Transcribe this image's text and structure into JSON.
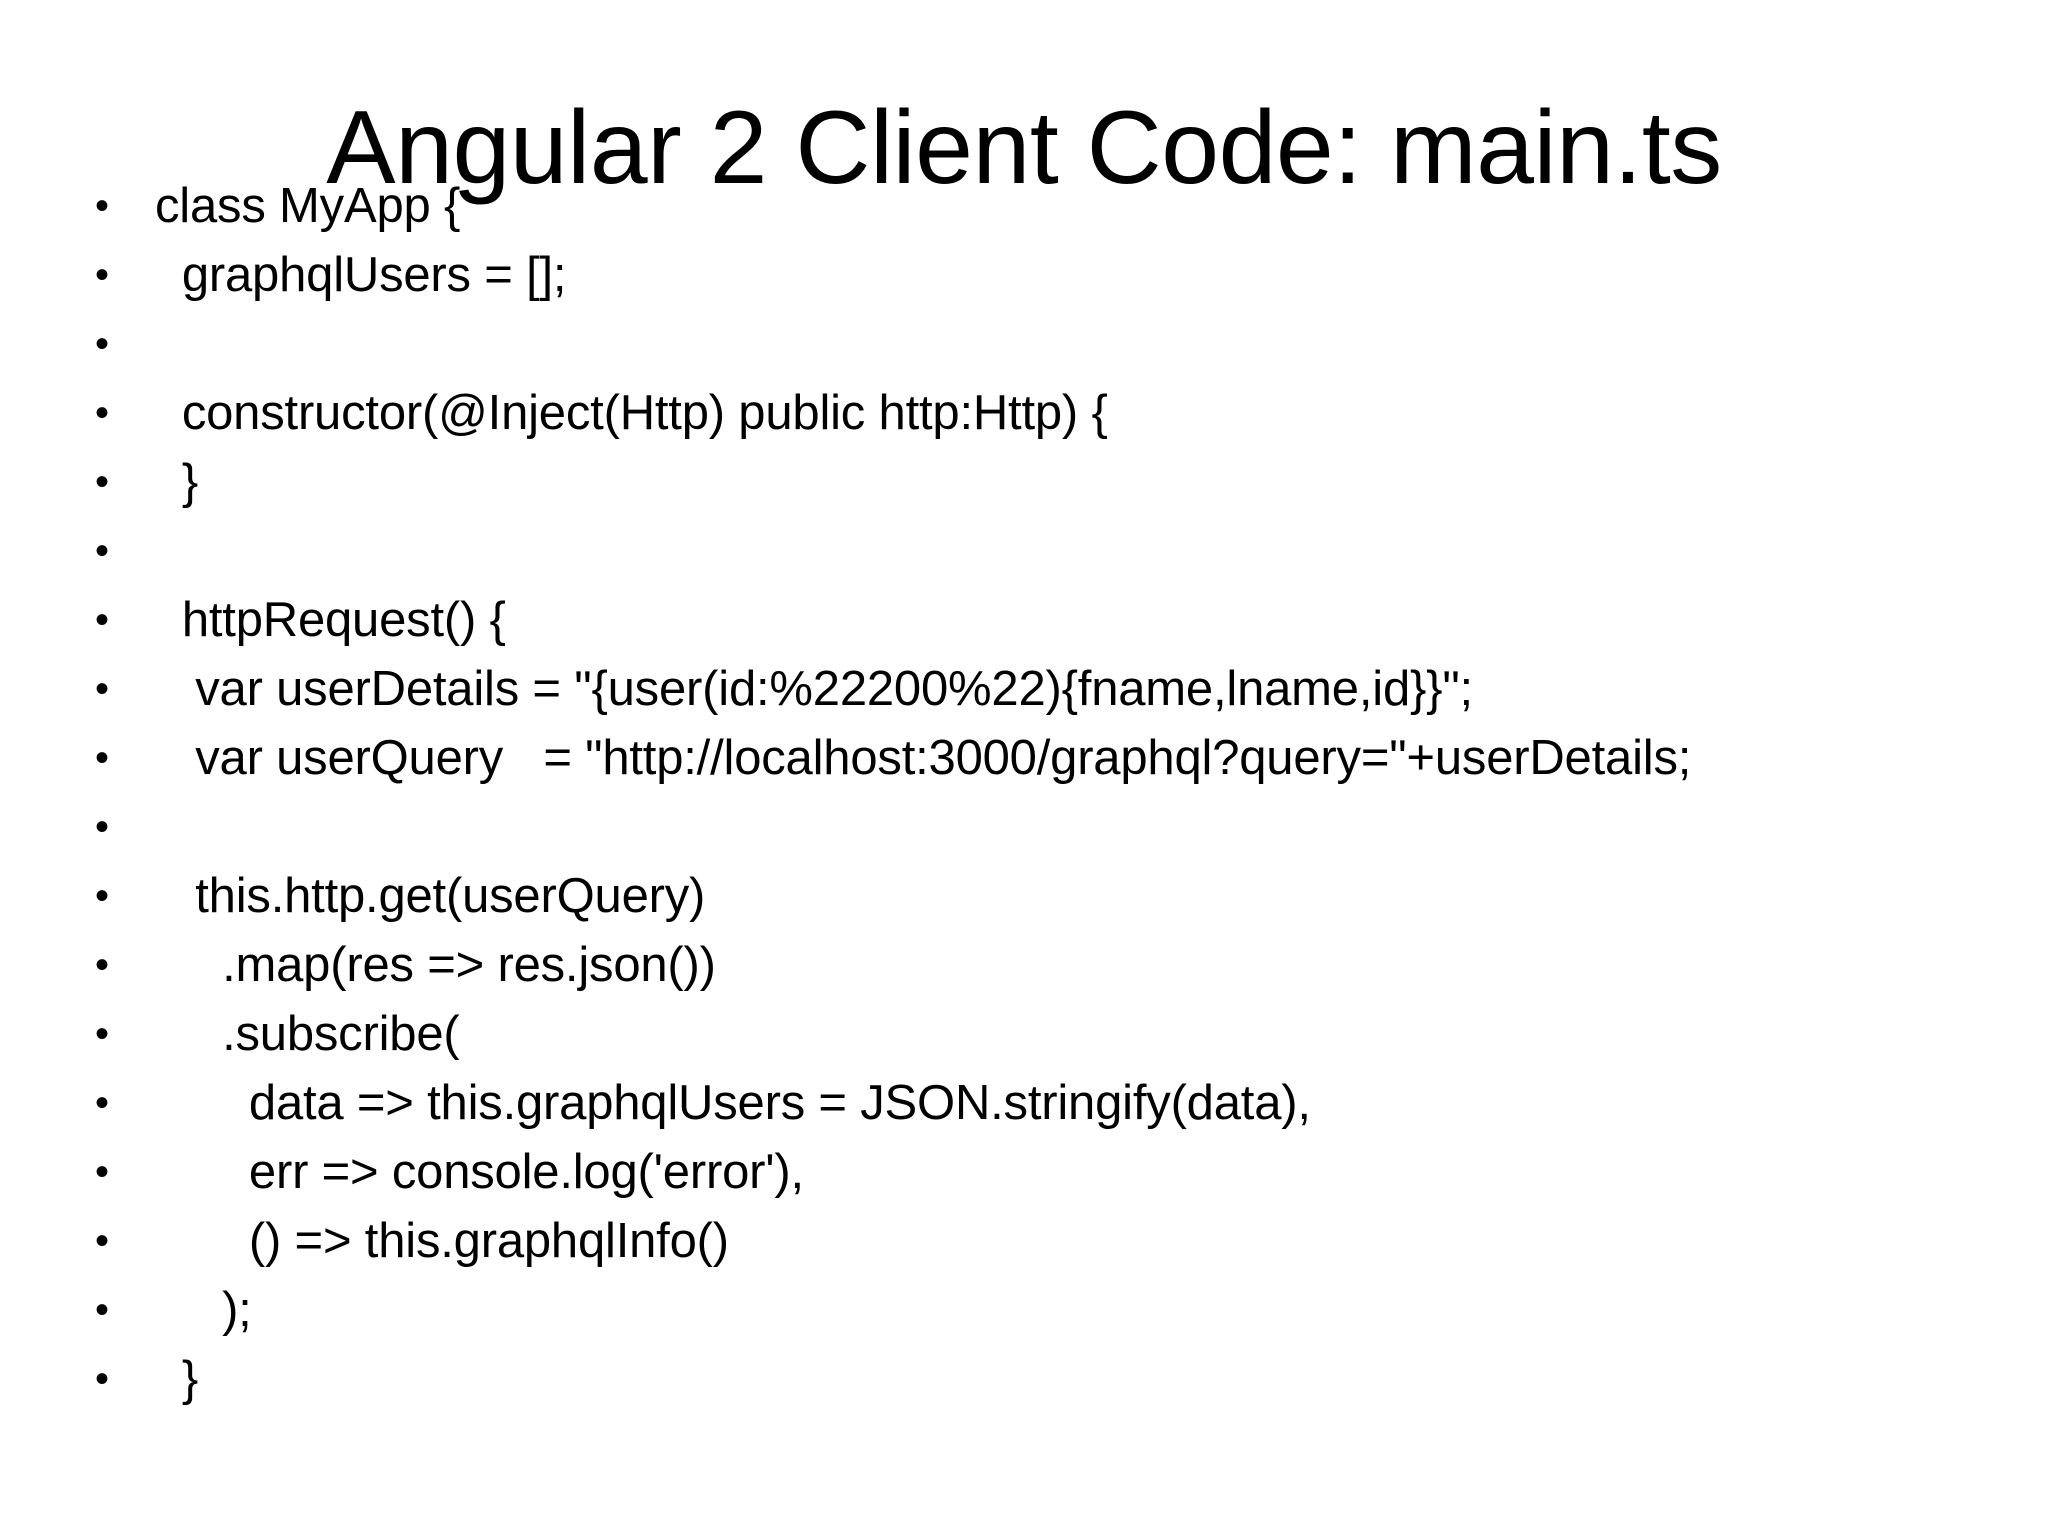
{
  "slide": {
    "title": "Angular 2 Client Code: main.ts",
    "bullet_glyph": "•",
    "text_color": "#000000",
    "background_color": "#FFFFFF",
    "lines": [
      {
        "text": "class MyApp {"
      },
      {
        "text": "  graphqlUsers = [];"
      },
      {
        "text": ""
      },
      {
        "text": "  constructor(@Inject(Http) public http:Http) {"
      },
      {
        "text": "  }"
      },
      {
        "text": ""
      },
      {
        "text": "  httpRequest() {"
      },
      {
        "text": "   var userDetails = \"{user(id:%22200%22){fname,lname,id}}\";"
      },
      {
        "text": "   var userQuery   = \"http://localhost:3000/graphql?query=\"+userDetails;"
      },
      {
        "text": ""
      },
      {
        "text": "   this.http.get(userQuery)"
      },
      {
        "text": "     .map(res => res.json())"
      },
      {
        "text": "     .subscribe("
      },
      {
        "text": "       data => this.graphqlUsers = JSON.stringify(data),"
      },
      {
        "text": "       err => console.log('error'),"
      },
      {
        "text": "       () => this.graphqlInfo()"
      },
      {
        "text": "     );"
      },
      {
        "text": "  }"
      }
    ]
  }
}
